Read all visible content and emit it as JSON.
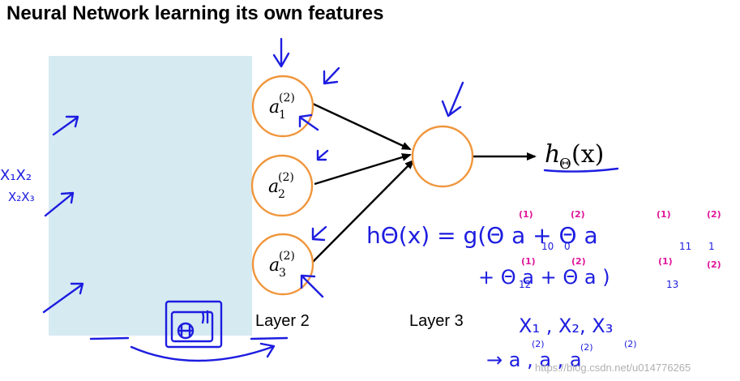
{
  "title": "Neural Network learning its own features",
  "hidden_units": [
    {
      "base": "a",
      "sub": "1",
      "sup": "(2)"
    },
    {
      "base": "a",
      "sub": "2",
      "sup": "(2)"
    },
    {
      "base": "a",
      "sub": "3",
      "sup": "(2)"
    }
  ],
  "output": {
    "h": "h",
    "theta": "Θ",
    "arg": "(x)"
  },
  "layer_labels": {
    "layer2": "Layer 2",
    "layer3": "Layer 3"
  },
  "handwriting": {
    "left_note_1": "X₁X₂",
    "left_note_2": "X₂X₃",
    "formula_line1": "hΘ(x) = g(Θ   a   + Θ   a",
    "formula_line2": "+ Θ   a   + Θ   a  )",
    "inputs_line": "X₁ , X₂, X₃",
    "arrow_line": "→ a  , a  , a"
  },
  "watermark": "https://blog.csdn.net/u014776265",
  "colors": {
    "shaded_box": "#d6eaf2",
    "node_stroke": "#f0963c",
    "ink_blue": "#1d1de0",
    "ink_magenta": "#e0179b"
  }
}
